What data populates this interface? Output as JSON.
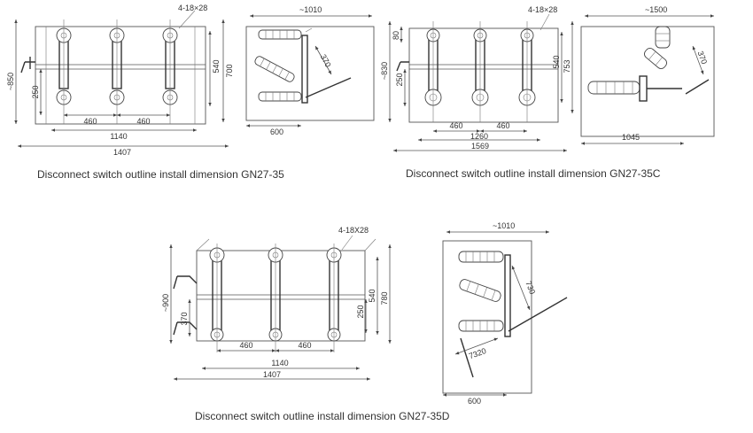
{
  "drawings": {
    "gn27_35": {
      "caption": "Disconnect switch outline install dimension GN27-35",
      "dims": {
        "holes": "4-18×28",
        "height_overall": "~850",
        "h250": "250",
        "h540": "540",
        "h700": "700",
        "pitch_a": "460",
        "pitch_b": "460",
        "w1140": "1140",
        "w1407": "1407",
        "side_top": "~1010",
        "side_370": "370",
        "side_600": "600"
      }
    },
    "gn27_35c": {
      "caption": "Disconnect switch outline install dimension GN27-35C",
      "dims": {
        "holes": "4-18×28",
        "h80": "80",
        "height_overall": "~830",
        "h250": "250",
        "h540": "540",
        "h753": "753",
        "pitch_a": "460",
        "pitch_b": "460",
        "w1260": "1260",
        "w1569": "1569",
        "side_top": "~1500",
        "side_370": "370",
        "side_1045": "1045"
      }
    },
    "gn27_35d": {
      "caption": "Disconnect switch outline install dimension GN27-35D",
      "dims": {
        "holes": "4-18X28",
        "height_overall": "~900",
        "h370": "370",
        "h250": "250",
        "h540": "540",
        "h780": "780",
        "pitch_a": "460",
        "pitch_b": "460",
        "w1140": "1140",
        "w1407": "1407",
        "side_top": "~1010",
        "side_730": "730",
        "side_7320": "7320",
        "side_600": "600"
      }
    }
  }
}
